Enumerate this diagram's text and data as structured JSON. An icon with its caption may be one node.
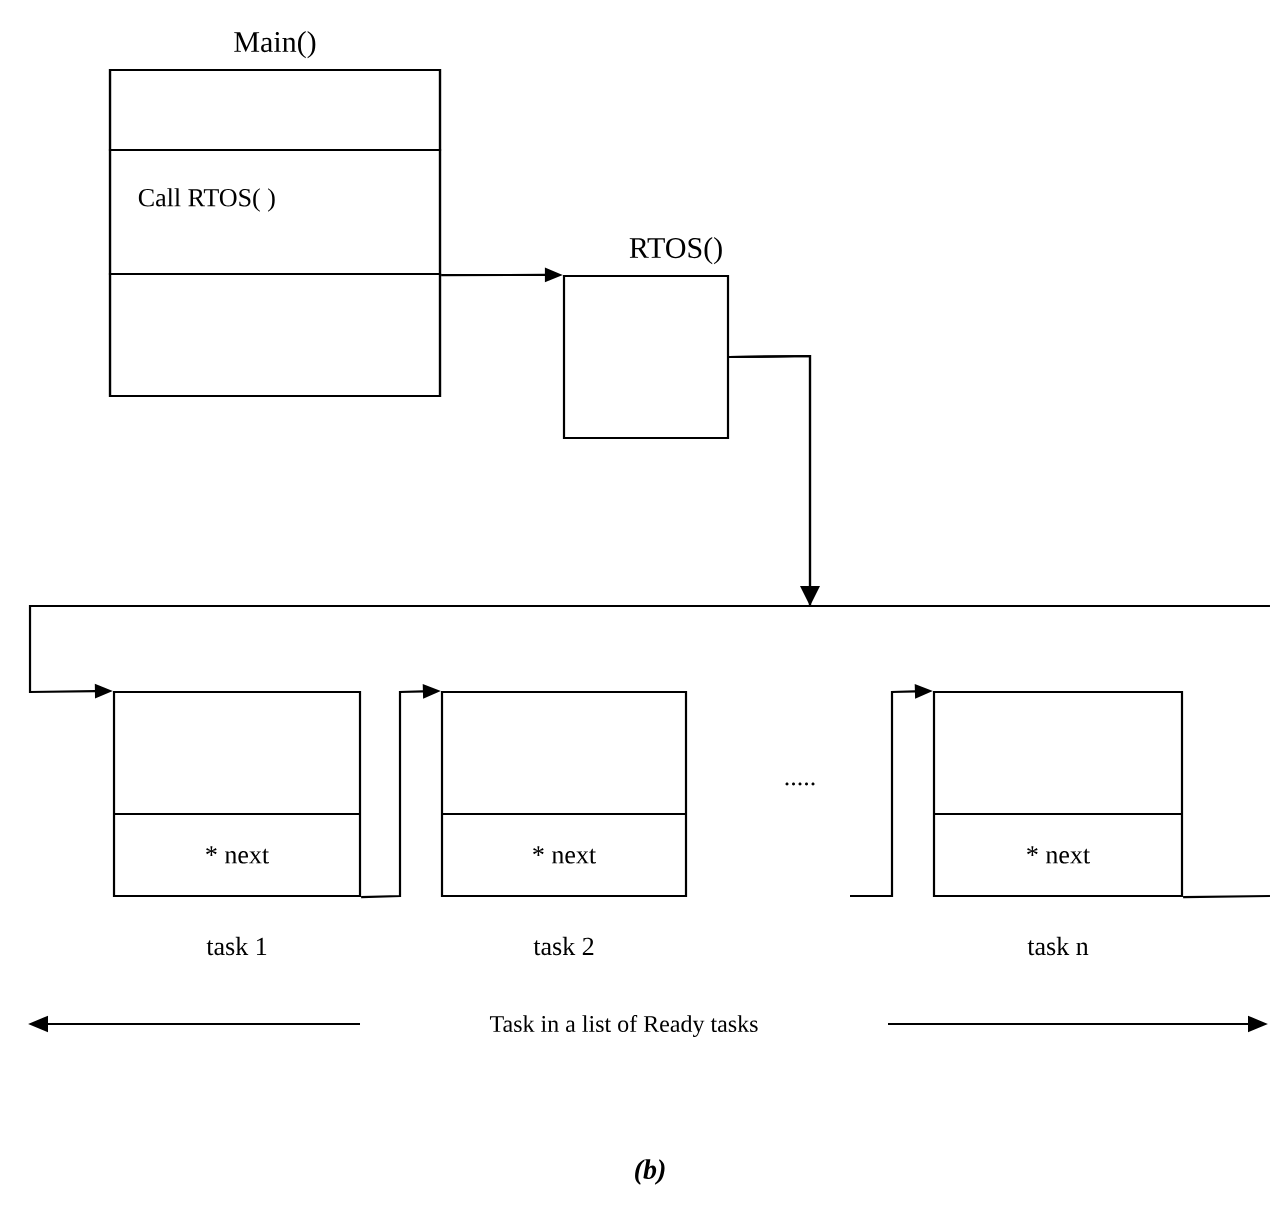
{
  "diagram": {
    "caption": "(b)",
    "nodes": [
      {
        "text": [
          "Main()"
        ]
      },
      {
        "text": [],
        "shape": "box",
        "in": 0
      },
      {
        "text": [
          "Call RTOS( )"
        ],
        "in": 0
      },
      {
        "text": [],
        "shape": "box",
        "in": 0
      },
      {
        "text": [
          "RTOS()"
        ]
      },
      {
        "text": [
          "* next"
        ],
        "beside": [
          "task 1"
        ]
      },
      {
        "text": [
          "* next"
        ],
        "beside": [
          "task 2"
        ]
      },
      {
        "text": [
          "* next"
        ],
        "beside": [
          "task n"
        ]
      }
    ],
    "edges": [
      {
        "from": 2,
        "to": 4,
        "arrow": "to"
      },
      {
        "from": 4,
        "to": 5,
        "arrow": "to"
      },
      {
        "from": 4,
        "to": null,
        "arrow": "none"
      },
      {
        "from": 5,
        "to": 6,
        "arrow": "to"
      },
      {
        "from": null,
        "to": 7,
        "arrow": "to"
      },
      {
        "from": 7,
        "to": null,
        "arrow": "none"
      }
    ],
    "labels": [
      ".....",
      "Task in a list of Ready tasks"
    ]
  }
}
